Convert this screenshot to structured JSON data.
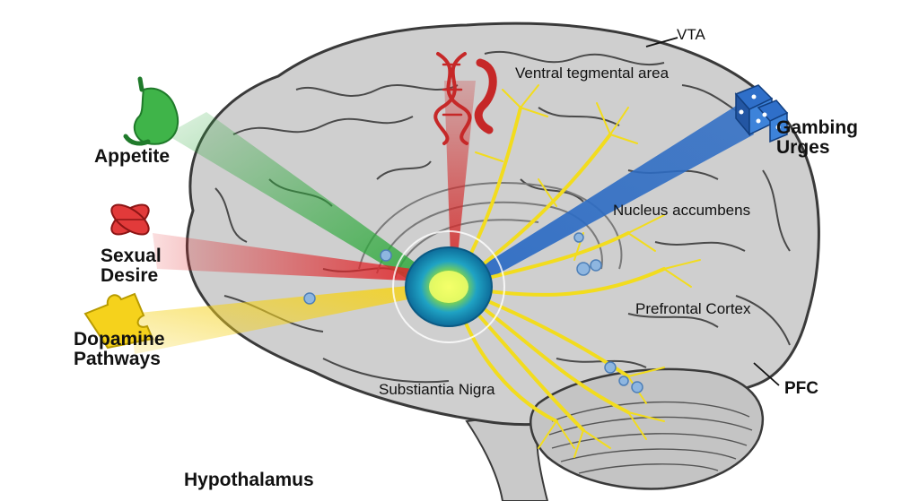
{
  "labels": {
    "vta": "VTA",
    "ventral_tegmental_area": "Ventral tegmental area",
    "gambling_urges": [
      "Gambing",
      "Urges"
    ],
    "appetite": "Appetite",
    "sexual_desire": [
      "Sexual",
      "Desire"
    ],
    "dopamine_pathways": [
      "Dopamine",
      "Pathways"
    ],
    "nucleus_accumbens": "Nucleus accumbens",
    "prefrontal_cortex": "Prefrontal Cortex",
    "substantia_nigra": "Substiantia Nigra",
    "pfc": "PFC",
    "hypothalamus": "Hypothalamus"
  },
  "colors": {
    "appetite": "#2eaa3c",
    "sexual_desire": "#e0262a",
    "dopamine": "#f5d21c",
    "gambling": "#2d6cc4",
    "genetics": "#d42a2a",
    "brain_fill": "#cfcfcf",
    "brain_line": "#3a3a3a",
    "neurons": "#f2dc1e"
  },
  "icons": [
    "stomach-icon",
    "dna-icon",
    "dice-icon",
    "mitochondria-icon",
    "puzzle-icon",
    "neuron-core-icon"
  ]
}
